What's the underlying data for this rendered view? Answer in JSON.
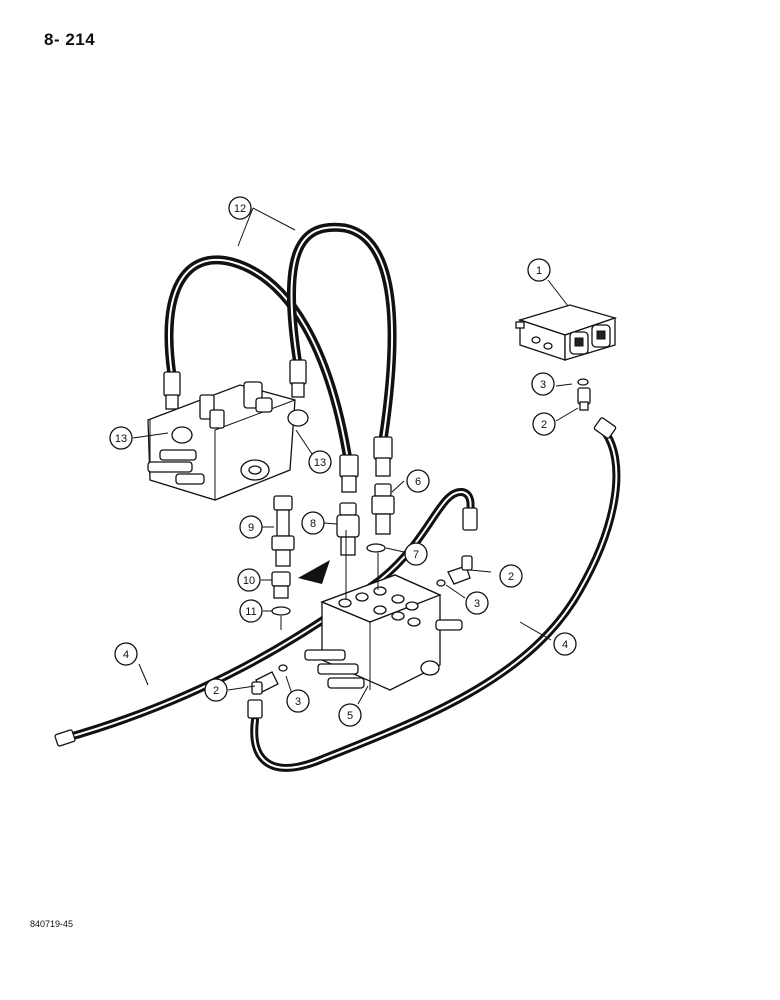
{
  "page": {
    "number": "8- 214",
    "figure_code": "840719-45"
  },
  "callouts": [
    {
      "id": "c1",
      "label": "1"
    },
    {
      "id": "c2a",
      "label": "2"
    },
    {
      "id": "c2b",
      "label": "2"
    },
    {
      "id": "c2c",
      "label": "2"
    },
    {
      "id": "c3a",
      "label": "3"
    },
    {
      "id": "c3b",
      "label": "3"
    },
    {
      "id": "c3c",
      "label": "3"
    },
    {
      "id": "c4a",
      "label": "4"
    },
    {
      "id": "c4b",
      "label": "4"
    },
    {
      "id": "c5",
      "label": "5"
    },
    {
      "id": "c6",
      "label": "6"
    },
    {
      "id": "c7",
      "label": "7"
    },
    {
      "id": "c8",
      "label": "8"
    },
    {
      "id": "c9",
      "label": "9"
    },
    {
      "id": "c10",
      "label": "10"
    },
    {
      "id": "c11",
      "label": "11"
    },
    {
      "id": "c12",
      "label": "12"
    },
    {
      "id": "c13a",
      "label": "13"
    },
    {
      "id": "c13b",
      "label": "13"
    }
  ]
}
